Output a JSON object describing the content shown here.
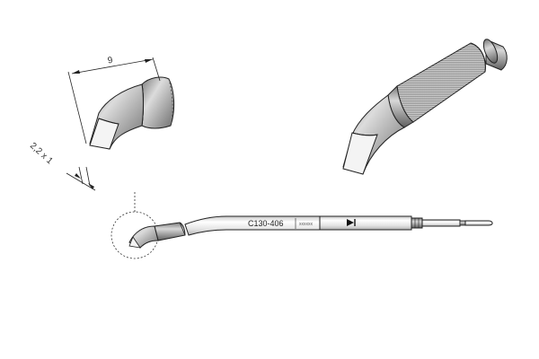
{
  "tip_detail": {
    "length_dimension": "9",
    "width_dimension": "2,2 x 1"
  },
  "tip_cartridge": {
    "part_number": "C130-406",
    "serial_mark": "xxxxxx"
  },
  "colors": {
    "line": "#222222",
    "metal_dark": "#6f6f6f",
    "metal_mid": "#a9a9a9",
    "metal_light": "#e6e6e6",
    "tin_white": "#f4f4f4"
  }
}
